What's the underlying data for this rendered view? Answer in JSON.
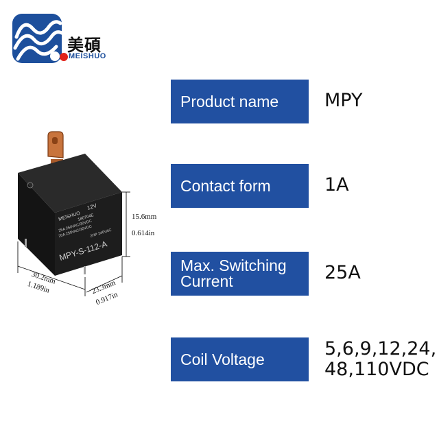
{
  "brand": {
    "name_cn": "美碩",
    "name_en": "MEISHUO",
    "colors": {
      "primary": "#1d4f9c",
      "dot": "#e2231a"
    }
  },
  "relay": {
    "icon": "relay-product-photo",
    "markings": {
      "coil": "12V",
      "cert": "180704E",
      "rating1": "25A 250VAC/30VDC",
      "rating2": "20A 250VAC/30VDC",
      "hp": "2HP 240VAC",
      "model": "MPY-S-112-A"
    },
    "dimensions": {
      "length_mm": "30.2mm",
      "length_in": "1.189in",
      "width_mm": "23.3mm",
      "width_in": "0.917in",
      "height_mm": "15.6mm",
      "height_in": "0.614in"
    }
  },
  "specs": [
    {
      "label": "Product name",
      "value": "MPY"
    },
    {
      "label": "Contact form",
      "value": "1A"
    },
    {
      "label_line1": "Max. Switching",
      "label_line2": "Current",
      "value": "25A"
    },
    {
      "label": "Coil Voltage",
      "value_line1": "5,6,9,12,24,",
      "value_line2": "48,110VDC"
    }
  ],
  "accent_color": "#2150a1"
}
